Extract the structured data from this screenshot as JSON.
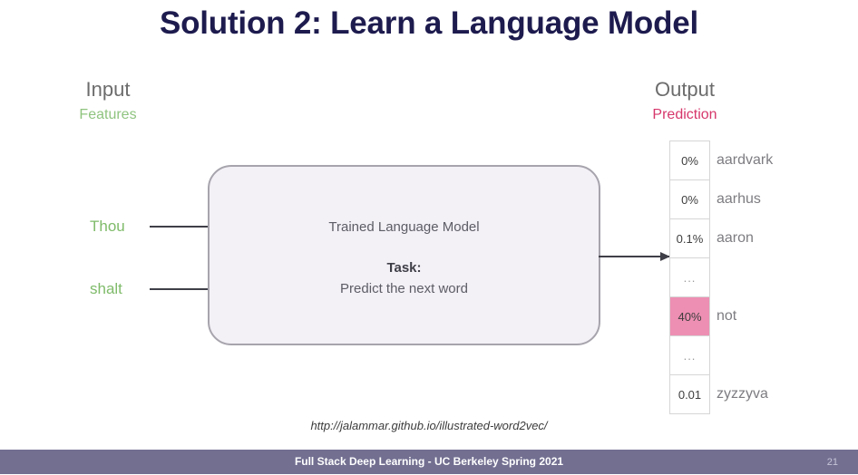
{
  "slide": {
    "title": "Solution 2: Learn a Language Model",
    "source_url": "http://jalammar.github.io/illustrated-word2vec/"
  },
  "input": {
    "heading": "Input",
    "subheading": "Features",
    "words": [
      "Thou",
      "shalt"
    ]
  },
  "model": {
    "name": "Trained Language Model",
    "task_label": "Task:",
    "task_description": "Predict the next word"
  },
  "output": {
    "heading": "Output",
    "subheading": "Prediction",
    "rows": [
      {
        "prob": "0%",
        "word": "aardvark",
        "highlight": false
      },
      {
        "prob": "0%",
        "word": "aarhus",
        "highlight": false
      },
      {
        "prob": "0.1%",
        "word": "aaron",
        "highlight": false
      },
      {
        "prob": "...",
        "word": "",
        "highlight": false
      },
      {
        "prob": "40%",
        "word": "not",
        "highlight": true
      },
      {
        "prob": "...",
        "word": "",
        "highlight": false
      },
      {
        "prob": "0.01",
        "word": "zyzzyva",
        "highlight": false
      }
    ]
  },
  "footer": {
    "text": "Full Stack Deep Learning - UC Berkeley Spring 2021",
    "page_number": "21"
  },
  "colors": {
    "title": "#1d1b4e",
    "features_green": "#8fc47f",
    "prediction_pink": "#d6376b",
    "highlight_cell": "#ed8fb2",
    "model_box_fill": "#f3f0f6",
    "model_box_border": "#a7a4ad",
    "footer_bar": "#726f91"
  },
  "icons": {
    "input_arrow": "arrow-right-icon",
    "output_arrow": "arrow-right-icon"
  }
}
